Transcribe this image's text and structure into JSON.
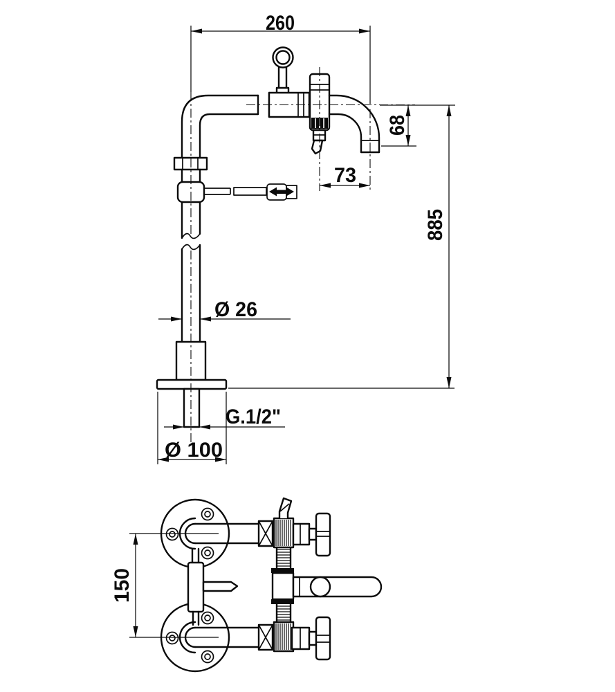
{
  "drawing": {
    "type": "technical-dimension-drawing",
    "subject": "wall-mounted shower column with bath-shower mixer, side elevation and front view",
    "background_color": "#ffffff",
    "line_color": "#0b0b0b",
    "views": [
      {
        "id": "side-view",
        "description": "side elevation of shower column with spout, diverter ring handle and base flange"
      },
      {
        "id": "front-view",
        "description": "front view of wall-mounted mixer body with wall flanges, cross handles and lever"
      }
    ],
    "dimensions": {
      "top_width": "260",
      "spout_drop": "68",
      "spout_offset": "73",
      "column_height": "885",
      "pipe_diameter": "Ø 26",
      "thread_size": "G.1/2\"",
      "flange_diameter": "Ø 100",
      "inlet_centres": "150"
    }
  }
}
